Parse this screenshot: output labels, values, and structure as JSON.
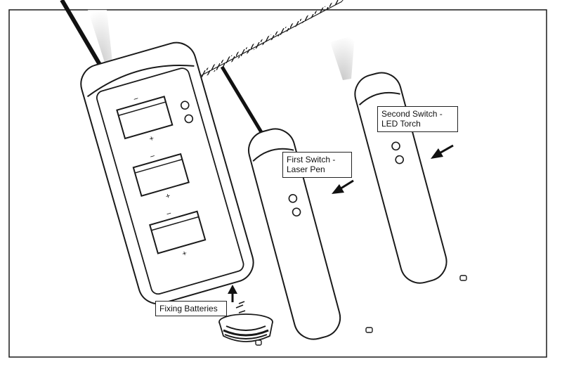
{
  "diagram": {
    "callouts": {
      "second_switch": {
        "line1": "Second Switch -",
        "line2": "LED Torch"
      },
      "first_switch": {
        "line1": "First Switch -",
        "line2": "Laser Pen"
      },
      "fixing": {
        "line1": "Fixing Batteries"
      }
    },
    "polarity": {
      "minus": "−",
      "plus": "+"
    },
    "colors": {
      "line": "#1a1a1a",
      "background": "#ffffff",
      "beam": "#cfcfcf"
    }
  }
}
